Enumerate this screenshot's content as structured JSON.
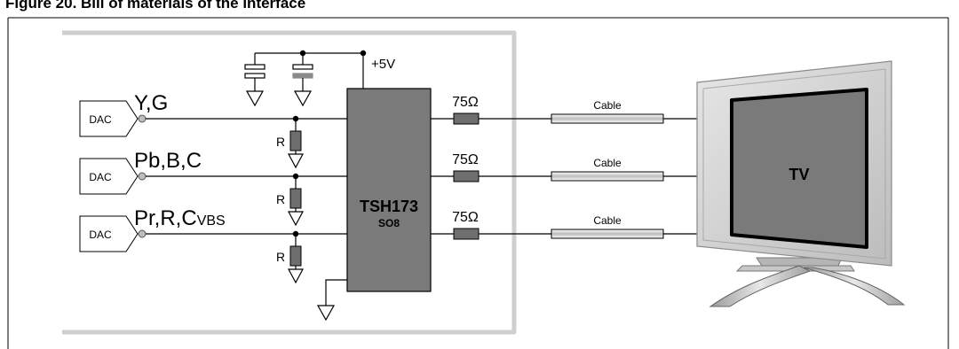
{
  "figure": {
    "caption": "Figure 20.   Bill of materials of the interface"
  },
  "channels": [
    {
      "dac_label": "DAC",
      "signal_label": "Y,G",
      "signal_sub": ""
    },
    {
      "dac_label": "DAC",
      "signal_label": "Pb,B,C",
      "signal_sub": ""
    },
    {
      "dac_label": "DAC",
      "signal_label": "Pr,R,C",
      "signal_sub": "VBS"
    }
  ],
  "resistor_label": "R",
  "supply_label": "+5V",
  "chip": {
    "name": "TSH173",
    "package": "SO8"
  },
  "series_resistor_label": "75Ω",
  "cable_label": "Cable",
  "tv_label": "TV",
  "colors": {
    "frame": "#cfcfcf",
    "chip_fill": "#7a7a7a",
    "component_fill": "#6e6e6e",
    "cap_fill": "#8a8a8a",
    "tv_bezel": "#d4d4d4",
    "tv_screen": "#7a7a7a",
    "line": "#000000"
  }
}
